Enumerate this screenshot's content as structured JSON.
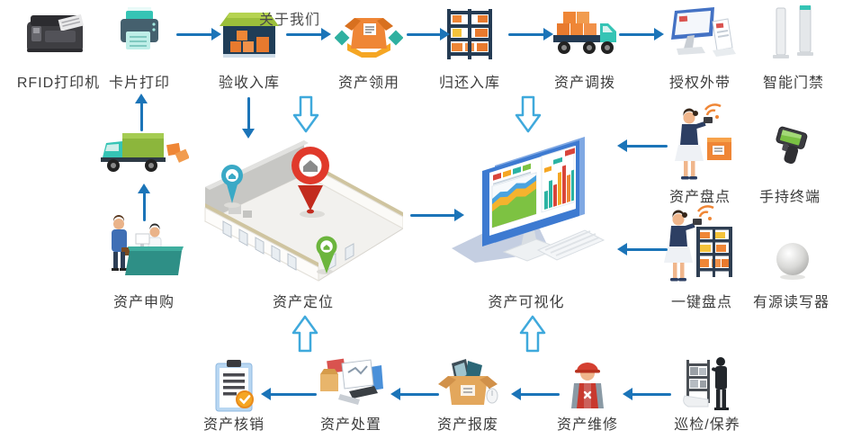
{
  "page": {
    "background": "#ffffff"
  },
  "overlay": {
    "about_link": "关于我们"
  },
  "colors": {
    "arrow_blue": "#1b74b8",
    "hollow_blue": "#3fa9dc",
    "label_color": "#3d3d3d",
    "orange_box": "#ef8636",
    "teal_accent": "#35c4b5",
    "green_accent": "#8cb63c",
    "navy_dark": "#243b53",
    "pin_red": "#e0392b",
    "pin_teal": "#3aa9c6",
    "pin_green": "#6cb53d"
  },
  "labels": {
    "rfid_printer": "RFID打印机",
    "card_print": "卡片打印",
    "inbound": "验收入库",
    "requisition": "资产领用",
    "return_inbound": "归还入库",
    "transfer": "资产调拨",
    "takeout": "授权外带",
    "access_gate": "智能门禁",
    "purchase": "资产申购",
    "locate": "资产定位",
    "visualize": "资产可视化",
    "inventory": "资产盘点",
    "handheld": "手持终端",
    "onekey": "一键盘点",
    "reader": "有源读写器",
    "writeoff": "资产核销",
    "disposal": "资产处置",
    "scrap": "资产报废",
    "repair": "资产维修",
    "patrol": "巡检/保养"
  }
}
